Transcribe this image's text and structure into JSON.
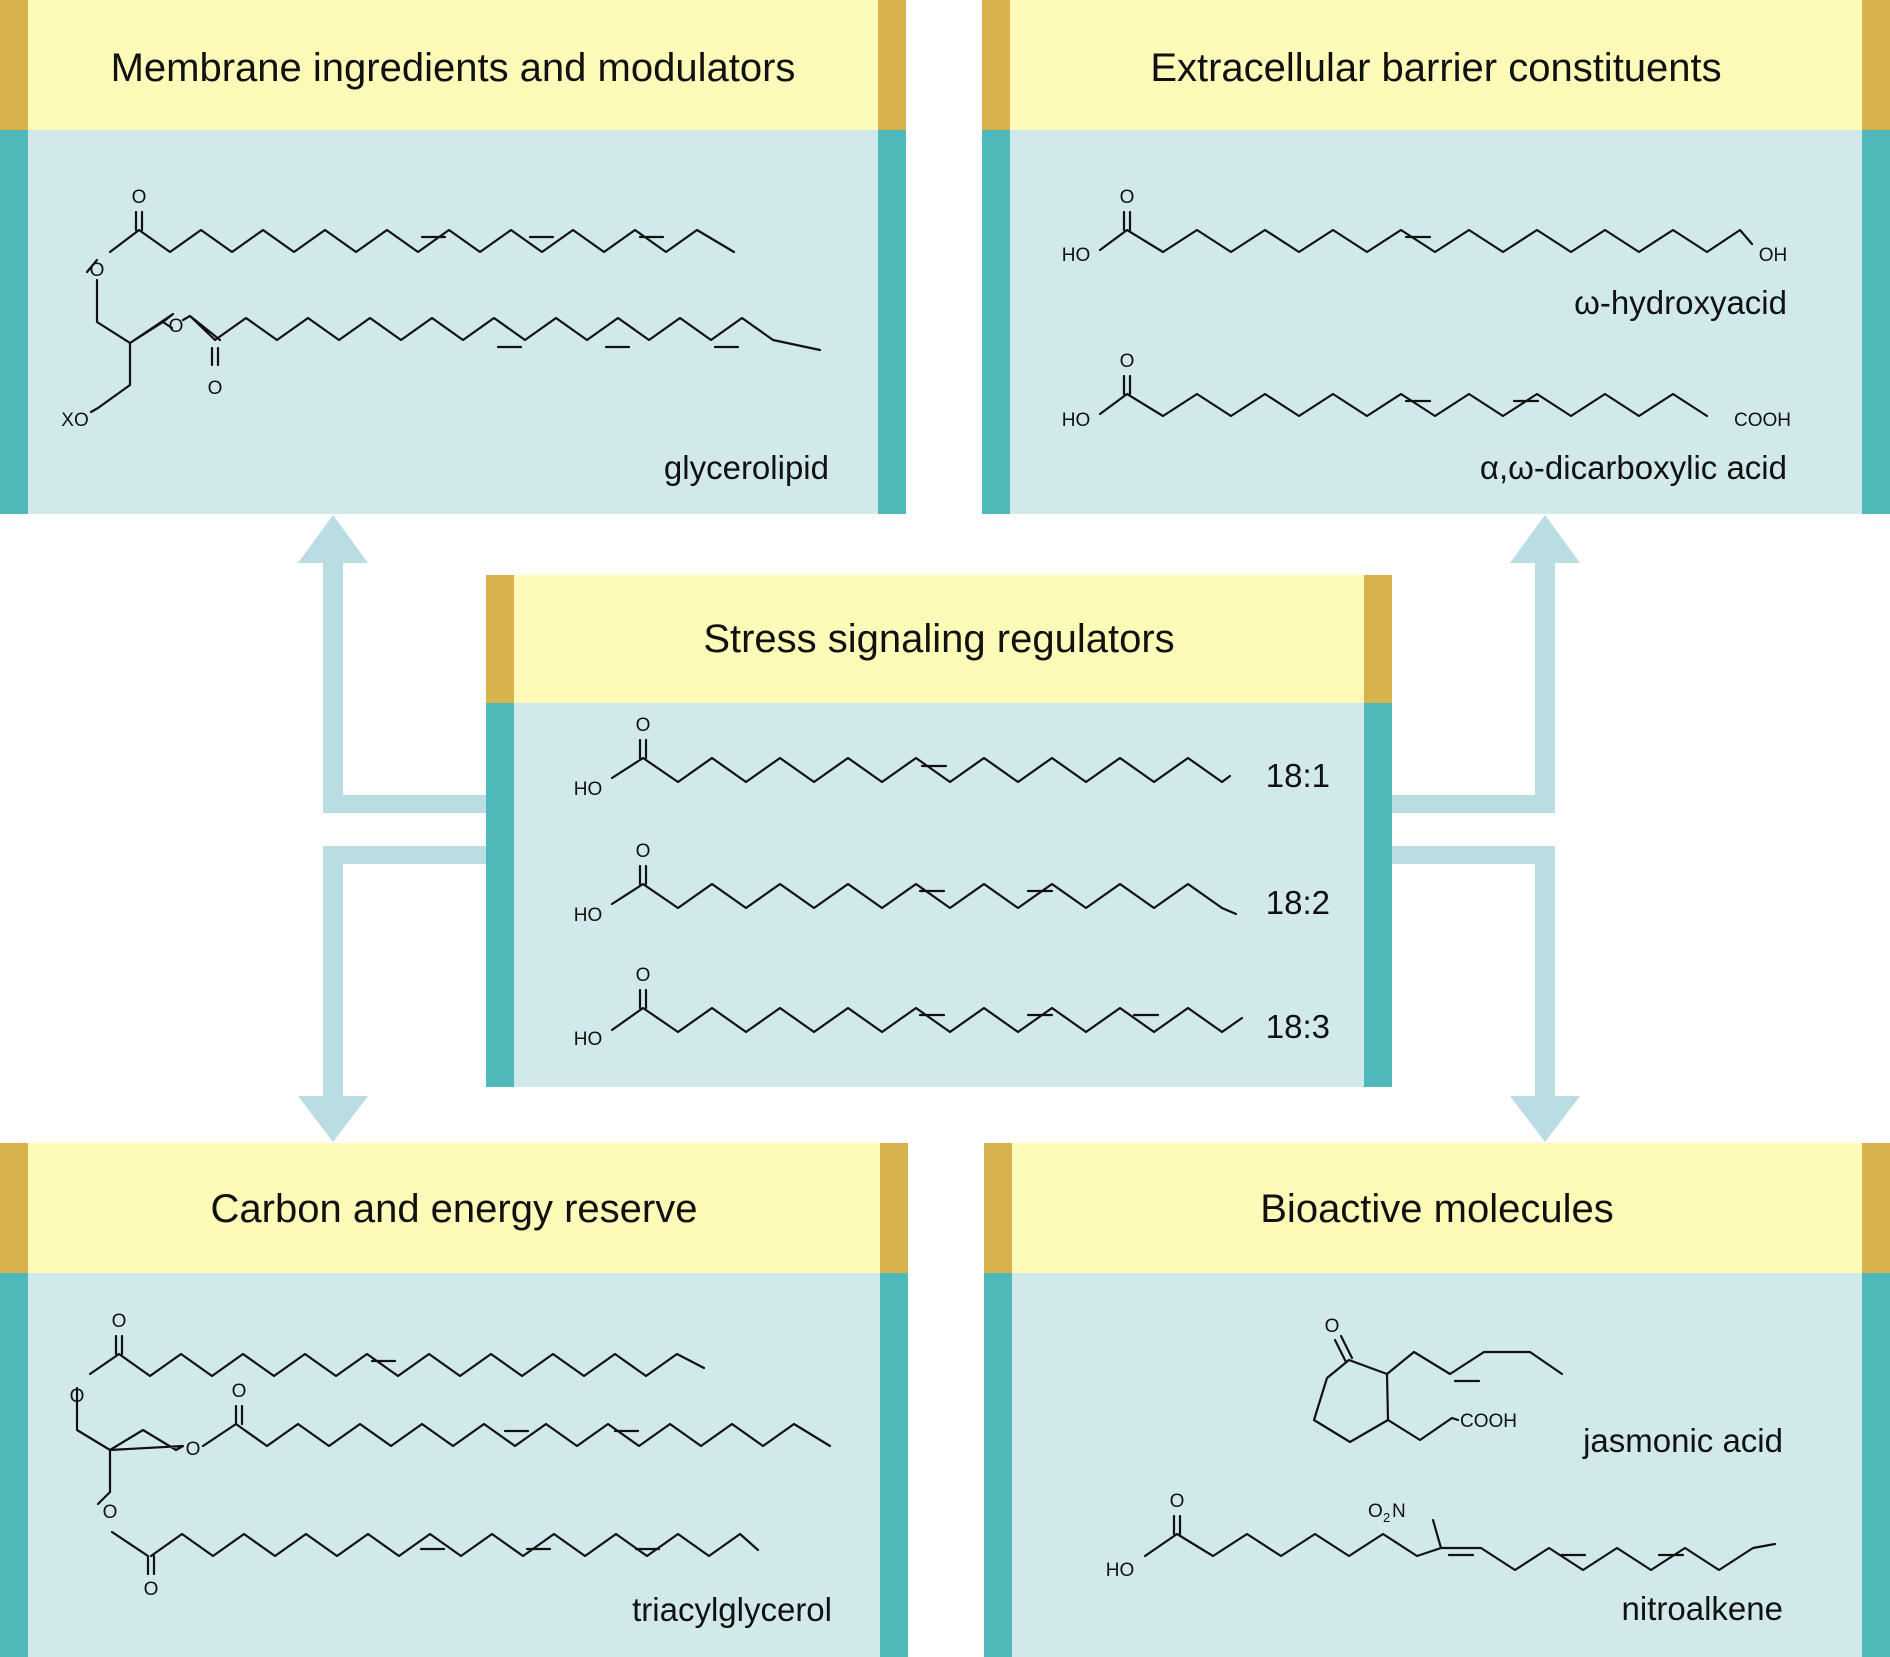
{
  "colors": {
    "header_fill": "#fefbb8",
    "body_fill": "#d2e9ec",
    "header_edge": "#d8b24c",
    "body_edge": "#4fb8b8",
    "arrow": "#b9dde2"
  },
  "panels": {
    "membrane": {
      "title": "Membrane ingredients and modulators",
      "labels": [
        "glycerolipid"
      ]
    },
    "barrier": {
      "title": "Extracellular barrier constituents",
      "labels": [
        "ω-hydroxyacid",
        "α,ω-dicarboxylic acid"
      ]
    },
    "stress": {
      "title": "Stress signaling regulators",
      "labels": [
        "18:1",
        "18:2",
        "18:3"
      ]
    },
    "carbon": {
      "title": "Carbon and energy reserve",
      "labels": [
        "triacylglycerol"
      ]
    },
    "bioactive": {
      "title": "Bioactive molecules",
      "labels": [
        "jasmonic acid",
        "nitroalkene"
      ]
    }
  },
  "atoms": {
    "o": "O",
    "ho": "HO",
    "oh": "OH",
    "xo": "XO",
    "cooh": "COOH",
    "no2_n": "N",
    "no2_o": "O",
    "no2_sub": "2"
  }
}
